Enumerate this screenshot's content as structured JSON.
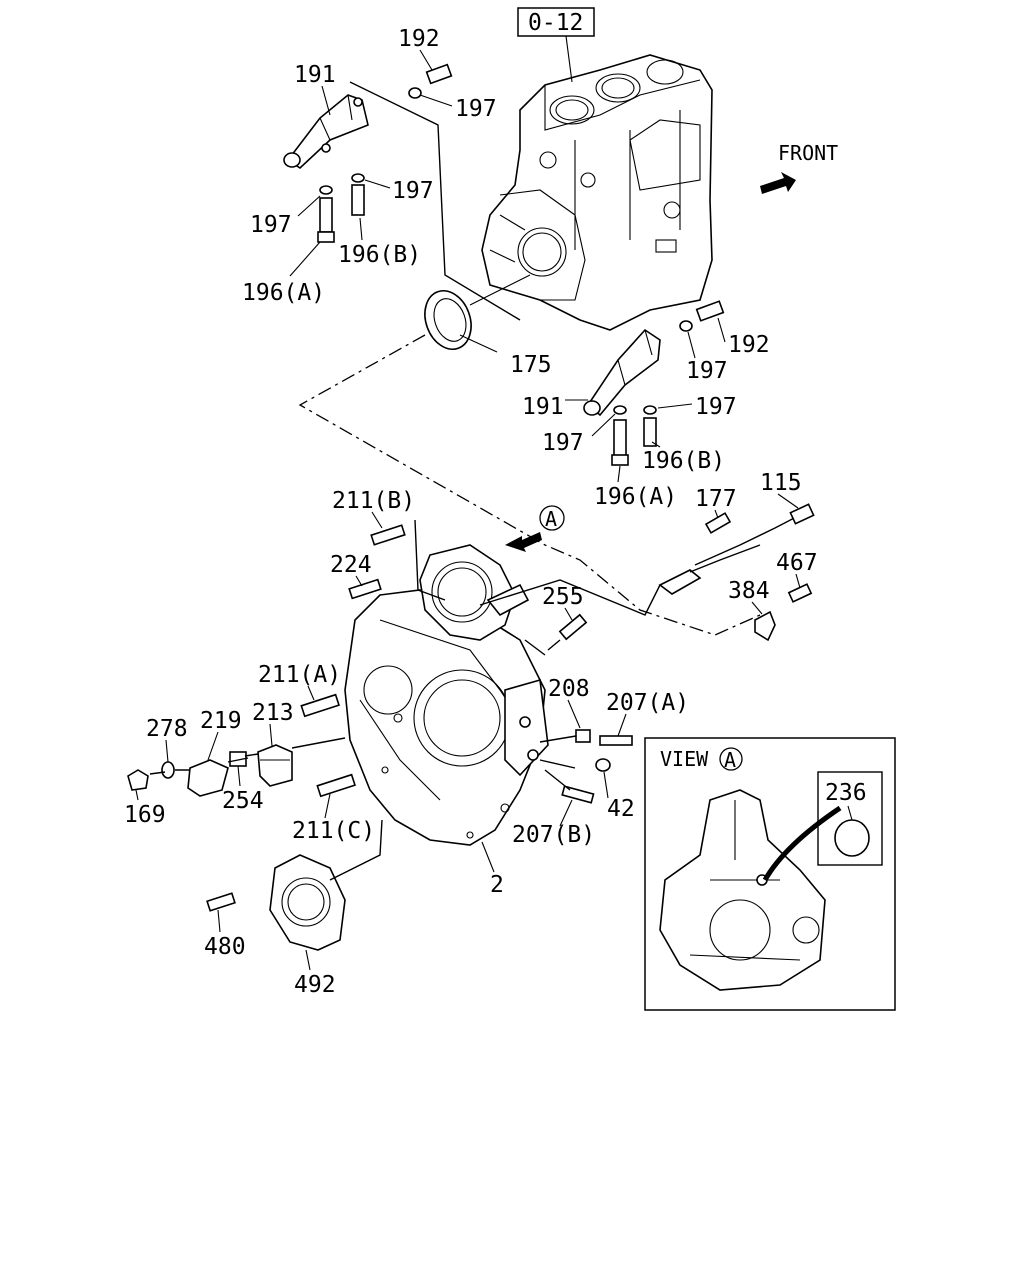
{
  "page_ref": "0-12",
  "front_label": "FRONT",
  "view_marker": "A",
  "view_title": "VIEW",
  "parts": {
    "p192_top": "192",
    "p191_top": "191",
    "p197_a": "197",
    "p197_b": "197",
    "p197_c": "197",
    "p196b_top": "196(B)",
    "p196a_top": "196(A)",
    "p175": "175",
    "p192_right": "192",
    "p197_r1": "197",
    "p191_right": "191",
    "p197_r2": "197",
    "p197_r3": "197",
    "p196b_right": "196(B)",
    "p196a_right": "196(A)",
    "p211b": "211(B)",
    "p177": "177",
    "p115": "115",
    "p224": "224",
    "p467": "467",
    "p255": "255",
    "p384": "384",
    "p211a": "211(A)",
    "p208": "208",
    "p207a": "207(A)",
    "p278": "278",
    "p219": "219",
    "p213": "213",
    "p254": "254",
    "p169": "169",
    "p42": "42",
    "p211c": "211(C)",
    "p207b": "207(B)",
    "p2": "2",
    "p236": "236",
    "p480": "480",
    "p492": "492"
  }
}
